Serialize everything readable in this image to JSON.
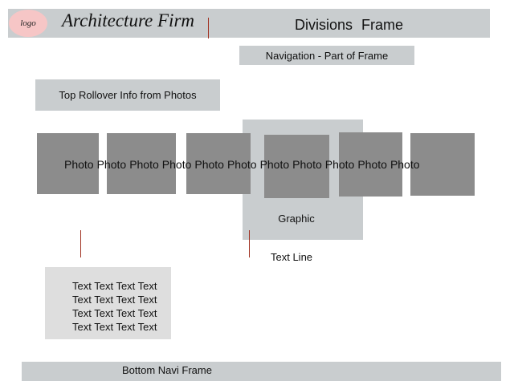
{
  "header": {
    "logo_text": "logo",
    "firm_name": "Architecture Firm",
    "divisions_label": "Divisions   Frame"
  },
  "navigation": {
    "label": "Navigation  - Part of Frame"
  },
  "rollover": {
    "label": "Top Rollover Info from Photos"
  },
  "photos": {
    "labels": [
      "Photo",
      "Photo",
      "Photo",
      "Photo",
      "Photo",
      "Photo",
      "Photo",
      "Photo",
      "Photo",
      "Photo",
      "Photo"
    ]
  },
  "graphic": {
    "label": "Graphic"
  },
  "text_line": {
    "label": "Text Line"
  },
  "text_block": {
    "lines": [
      "Text Text Text Text",
      "Text Text Text Text",
      "Text Text Text Text",
      "Text Text Text Text"
    ]
  },
  "bottom_nav": {
    "label": "Bottom Navi Frame"
  },
  "colors": {
    "frame_gray": "#c9cdcf",
    "photo_gray": "#8c8c8c",
    "logo_pink": "#f6c6c6",
    "text_block_gray": "#dedede",
    "divider_red": "#a03020"
  }
}
